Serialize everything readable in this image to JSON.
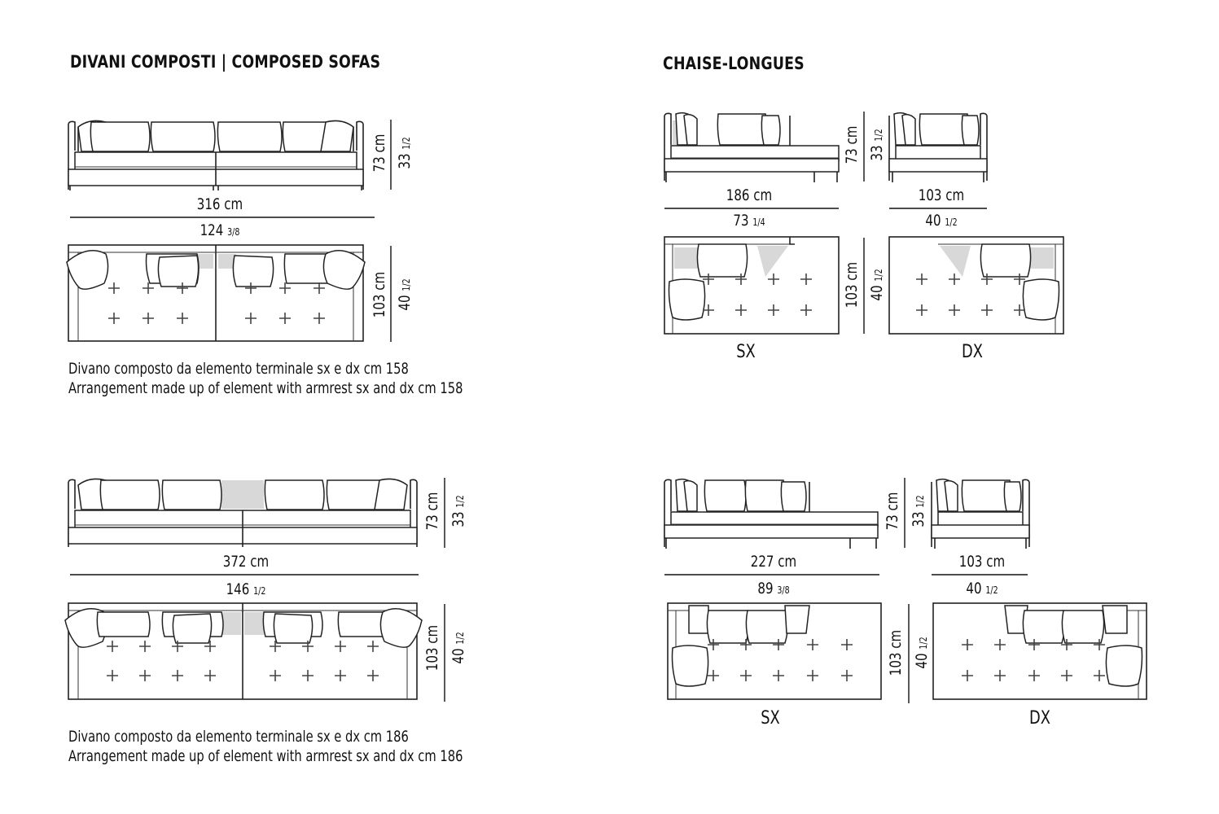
{
  "sections": {
    "composed_title": "DIVANI COMPOSTI  |  COMPOSED SOFAS",
    "chaise_title": "CHAISE-LONGUES"
  },
  "sofa1": {
    "width": "316 cm",
    "width_in": "124",
    "width_in_frac": "3/8",
    "height": "73 cm",
    "height_in": "33",
    "height_in_frac": "1/2",
    "depth": "103 cm",
    "depth_in": "40",
    "depth_in_frac": "1/2",
    "caption_it": "Divano composto da elemento terminale sx e dx cm 158",
    "caption_en": "Arrangement made up of element with armrest sx and dx cm 158"
  },
  "sofa2": {
    "width": "372 cm",
    "width_in": "146",
    "width_in_frac": "1/2",
    "height": "73 cm",
    "height_in": "33",
    "height_in_frac": "1/2",
    "depth": "103 cm",
    "depth_in": "40",
    "depth_in_frac": "1/2",
    "caption_it": "Divano composto da elemento terminale sx e dx cm 186",
    "caption_en": "Arrangement made up of element with armrest sx and dx cm 186"
  },
  "chaise1": {
    "width": "186 cm",
    "width_in": "73",
    "width_in_frac": "1/4",
    "height": "73 cm",
    "height_in": "33",
    "height_in_frac": "1/2",
    "depth": "103 cm",
    "depth_in": "40",
    "depth_in_frac": "1/2",
    "side_width": "103 cm",
    "side_width_in": "40",
    "side_width_in_frac": "1/2",
    "left": "SX",
    "right": "DX"
  },
  "chaise2": {
    "width": "227 cm",
    "width_in": "89",
    "width_in_frac": "3/8",
    "height": "73 cm",
    "height_in": "33",
    "height_in_frac": "1/2",
    "depth": "103 cm",
    "depth_in": "40",
    "depth_in_frac": "1/2",
    "side_width": "103 cm",
    "side_width_in": "40",
    "side_width_in_frac": "1/2",
    "left": "SX",
    "right": "DX"
  }
}
